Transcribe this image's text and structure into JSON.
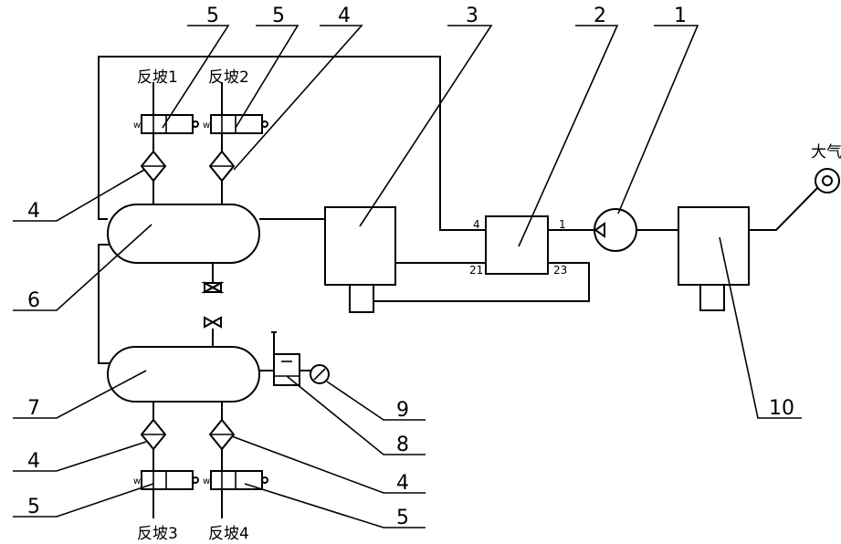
{
  "callouts": {
    "c1": "1",
    "c2": "2",
    "c3": "3",
    "c4_top": "4",
    "c5_top_a": "5",
    "c5_top_b": "5",
    "c4_left_upper": "4",
    "c6": "6",
    "c7": "7",
    "c4_left_lower": "4",
    "c5_left_lower": "5",
    "c8": "8",
    "c9": "9",
    "c4_right_lower": "4",
    "c5_right_lower": "5",
    "c10": "10"
  },
  "ports": {
    "p4": "4",
    "p1": "1",
    "p21": "21",
    "p23": "23"
  },
  "outlets": {
    "out1": "反坡1",
    "out2": "反坡2",
    "out3": "反坡3",
    "out4": "反坡4",
    "atmosphere": "大气"
  }
}
